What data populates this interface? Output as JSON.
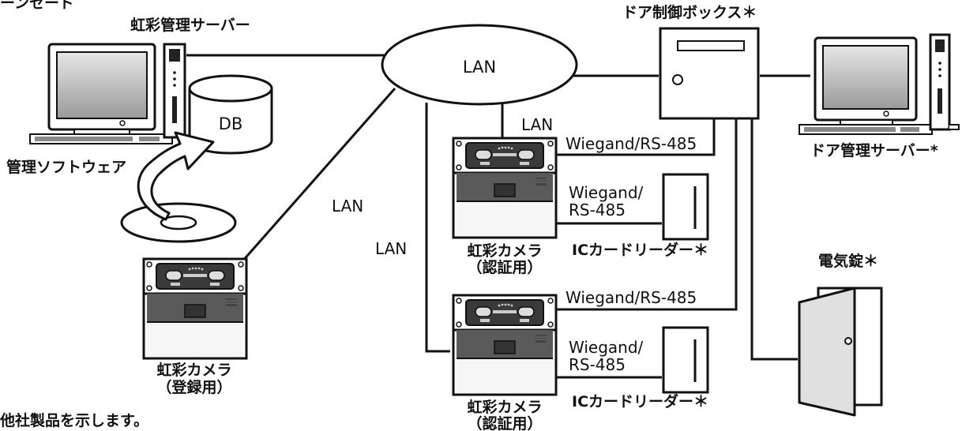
{
  "texts": {
    "top_left_partial": "ーンセード",
    "iris_server": "虹彩管理サーバー",
    "door_box": "ドア制御ボックス＊",
    "lan_cloud": "LAN",
    "db": "DB",
    "mgmt_software": "管理ソフトウェア",
    "lan_label_1": "LAN",
    "lan_label_2": "LAN",
    "lan_label_3": "LAN",
    "wiegand_1": "Wiegand/RS-485",
    "wiegand_2a": "Wiegand/",
    "wiegand_2b": "RS-485",
    "wiegand_3": "Wiegand/RS-485",
    "wiegand_4a": "Wiegand/",
    "wiegand_4b": "RS-485",
    "door_server": "ドア管理サーバー*",
    "auth_cam_1a": "虹彩カメラ",
    "auth_cam_1b": "（認証用）",
    "auth_cam_2a": "虹彩カメラ",
    "auth_cam_2b": "（認証用）",
    "reg_cam_a": "虹彩カメラ",
    "reg_cam_b": "（登録用）",
    "card_reader_1": "ICカードリーダー＊",
    "card_reader_2": "ICカードリーダー＊",
    "electric_lock": "電気錠＊",
    "footnote": "他社製品を示します。"
  }
}
